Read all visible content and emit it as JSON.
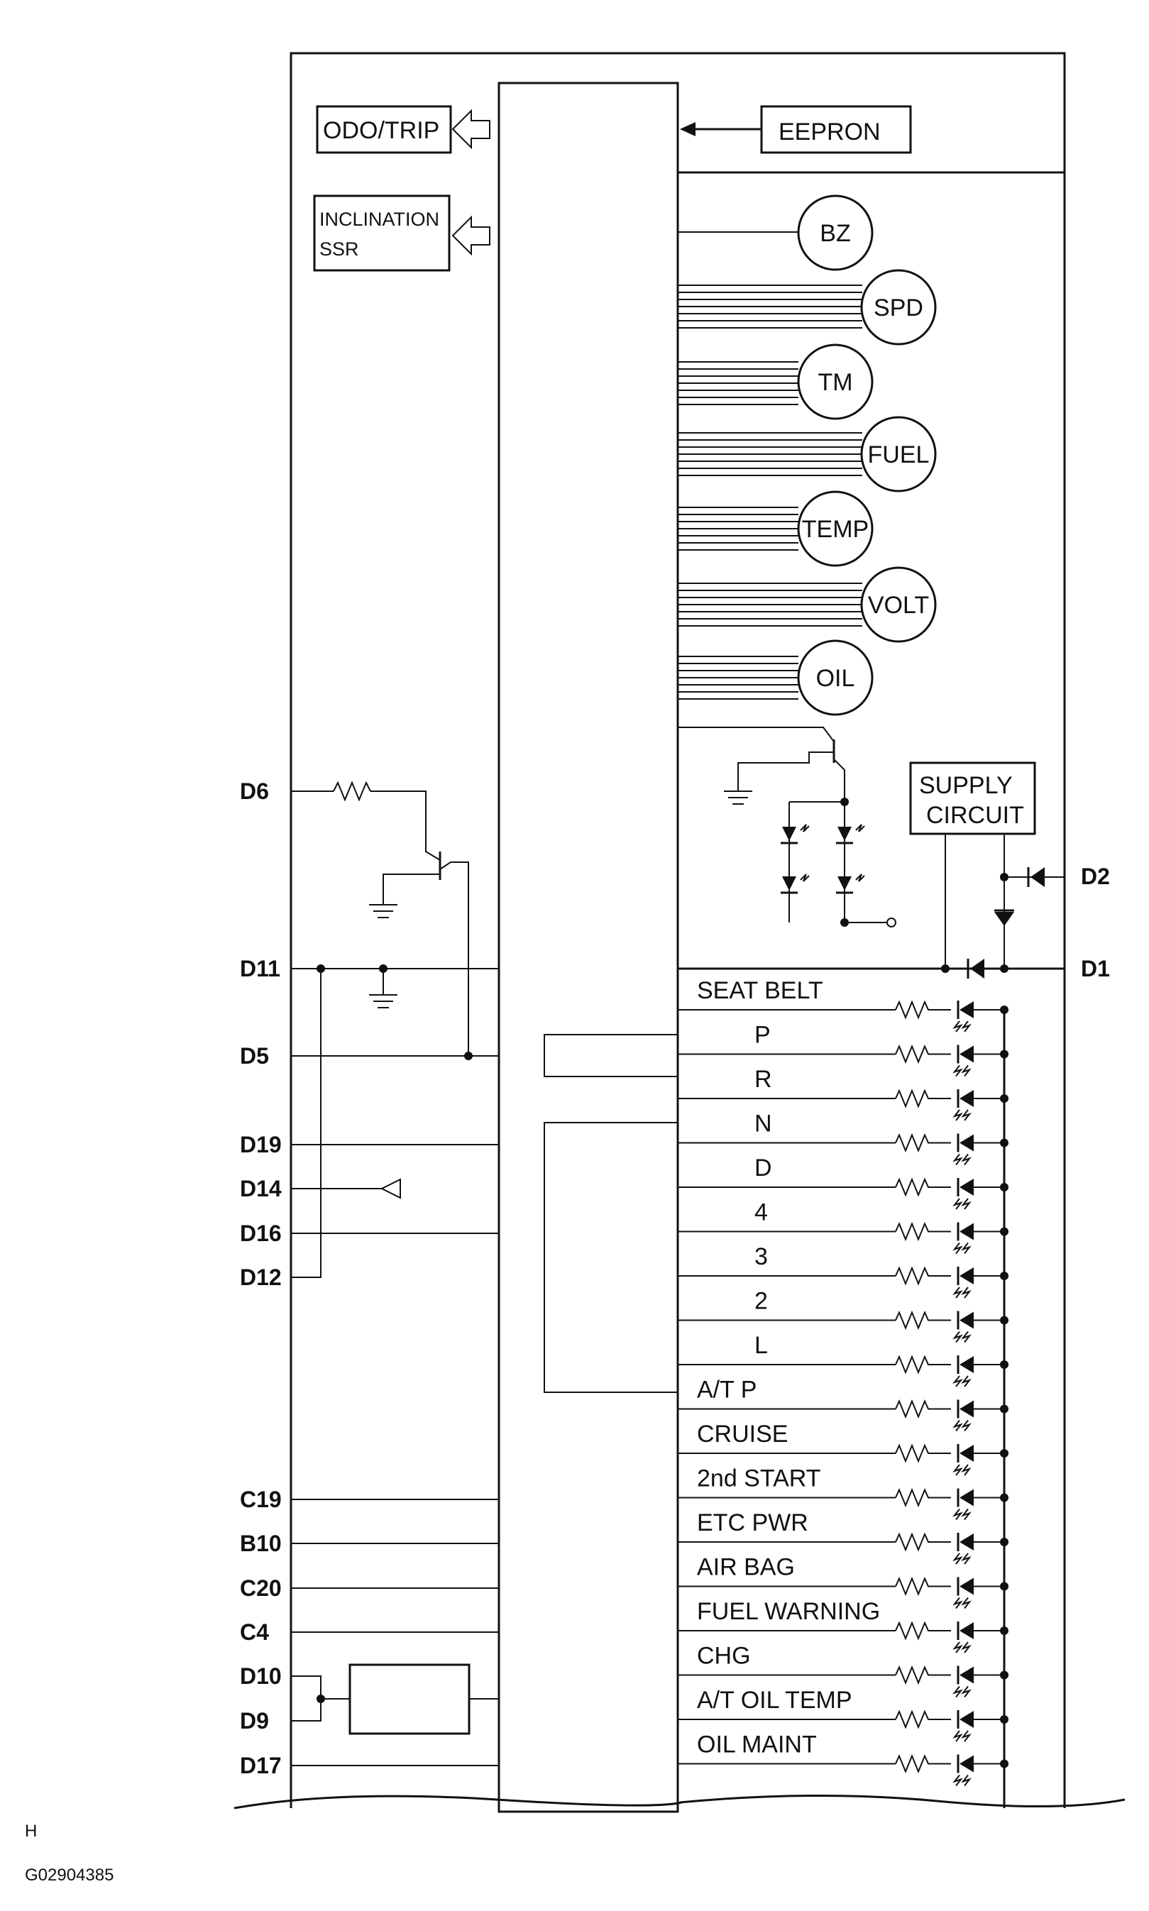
{
  "boxes": {
    "odo": "ODO/TRIP",
    "eeprom": "EEPRON",
    "inclination_1": "INCLINATION",
    "inclination_2": "SSR",
    "supply_1": "SUPPLY",
    "supply_2": "CIRCUIT"
  },
  "gauges": [
    "BZ",
    "SPD",
    "TM",
    "FUEL",
    "TEMP",
    "VOLT",
    "OIL"
  ],
  "left_pins": {
    "D6": "D6",
    "D11": "D11",
    "D5": "D5",
    "D19": "D19",
    "D14": "D14",
    "D16": "D16",
    "D12": "D12",
    "C19": "C19",
    "B10": "B10",
    "C20": "C20",
    "C4": "C4",
    "D10": "D10",
    "D9": "D9",
    "D17": "D17"
  },
  "right_pins": {
    "D2": "D2",
    "D1": "D1"
  },
  "indicators": [
    "SEAT BELT",
    "P",
    "R",
    "N",
    "D",
    "4",
    "3",
    "2",
    "L",
    "A/T P",
    "CRUISE",
    "2nd START",
    "ETC PWR",
    "AIR BAG",
    "FUEL WARNING",
    "CHG",
    "A/T OIL TEMP",
    "OIL MAINT"
  ],
  "footer": {
    "code_letter": "H",
    "figure_id": "G02904385"
  }
}
